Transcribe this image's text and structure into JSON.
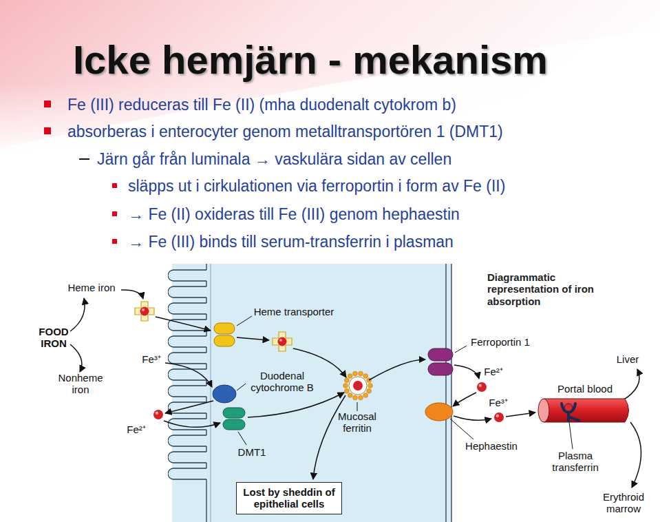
{
  "diagram": {
    "title": "Icke hemjärn - mekanism",
    "nodes": [
      {
        "text": [
          "Portal blood"
        ]
      },
      {
        "text": [
          "Lost by sheddin of epithelial cells"
        ]
      }
    ],
    "labels": [
      "Fe (III) reduceras till Fe (II) (mha duodenalt cytokrom b)",
      "absorberas i enterocyter genom metalltransportören 1 (DMT1)",
      "Järn går från luminala → vaskulära sidan av cellen",
      "släpps ut i cirkulationen via ferroportin i form av Fe (II)",
      "→ Fe (II) oxideras till Fe (III) genom hephaestin",
      "→ Fe (III) binds till serum-transferrin i plasman",
      "Diagrammatic representation of iron absorption",
      "Heme iron",
      "FOOD IRON",
      "Fe³⁺",
      "Nonheme iron",
      "Heme transporter",
      "Duodenal cytochrome B",
      "Fe²⁺",
      "DMT1",
      "Mucosal ferritin",
      "Ferroportin 1",
      "Fe²⁺",
      "Fe³⁺",
      "Hephaestin",
      "Liver",
      "Plasma transferrin",
      "Erythroid marrow"
    ]
  }
}
